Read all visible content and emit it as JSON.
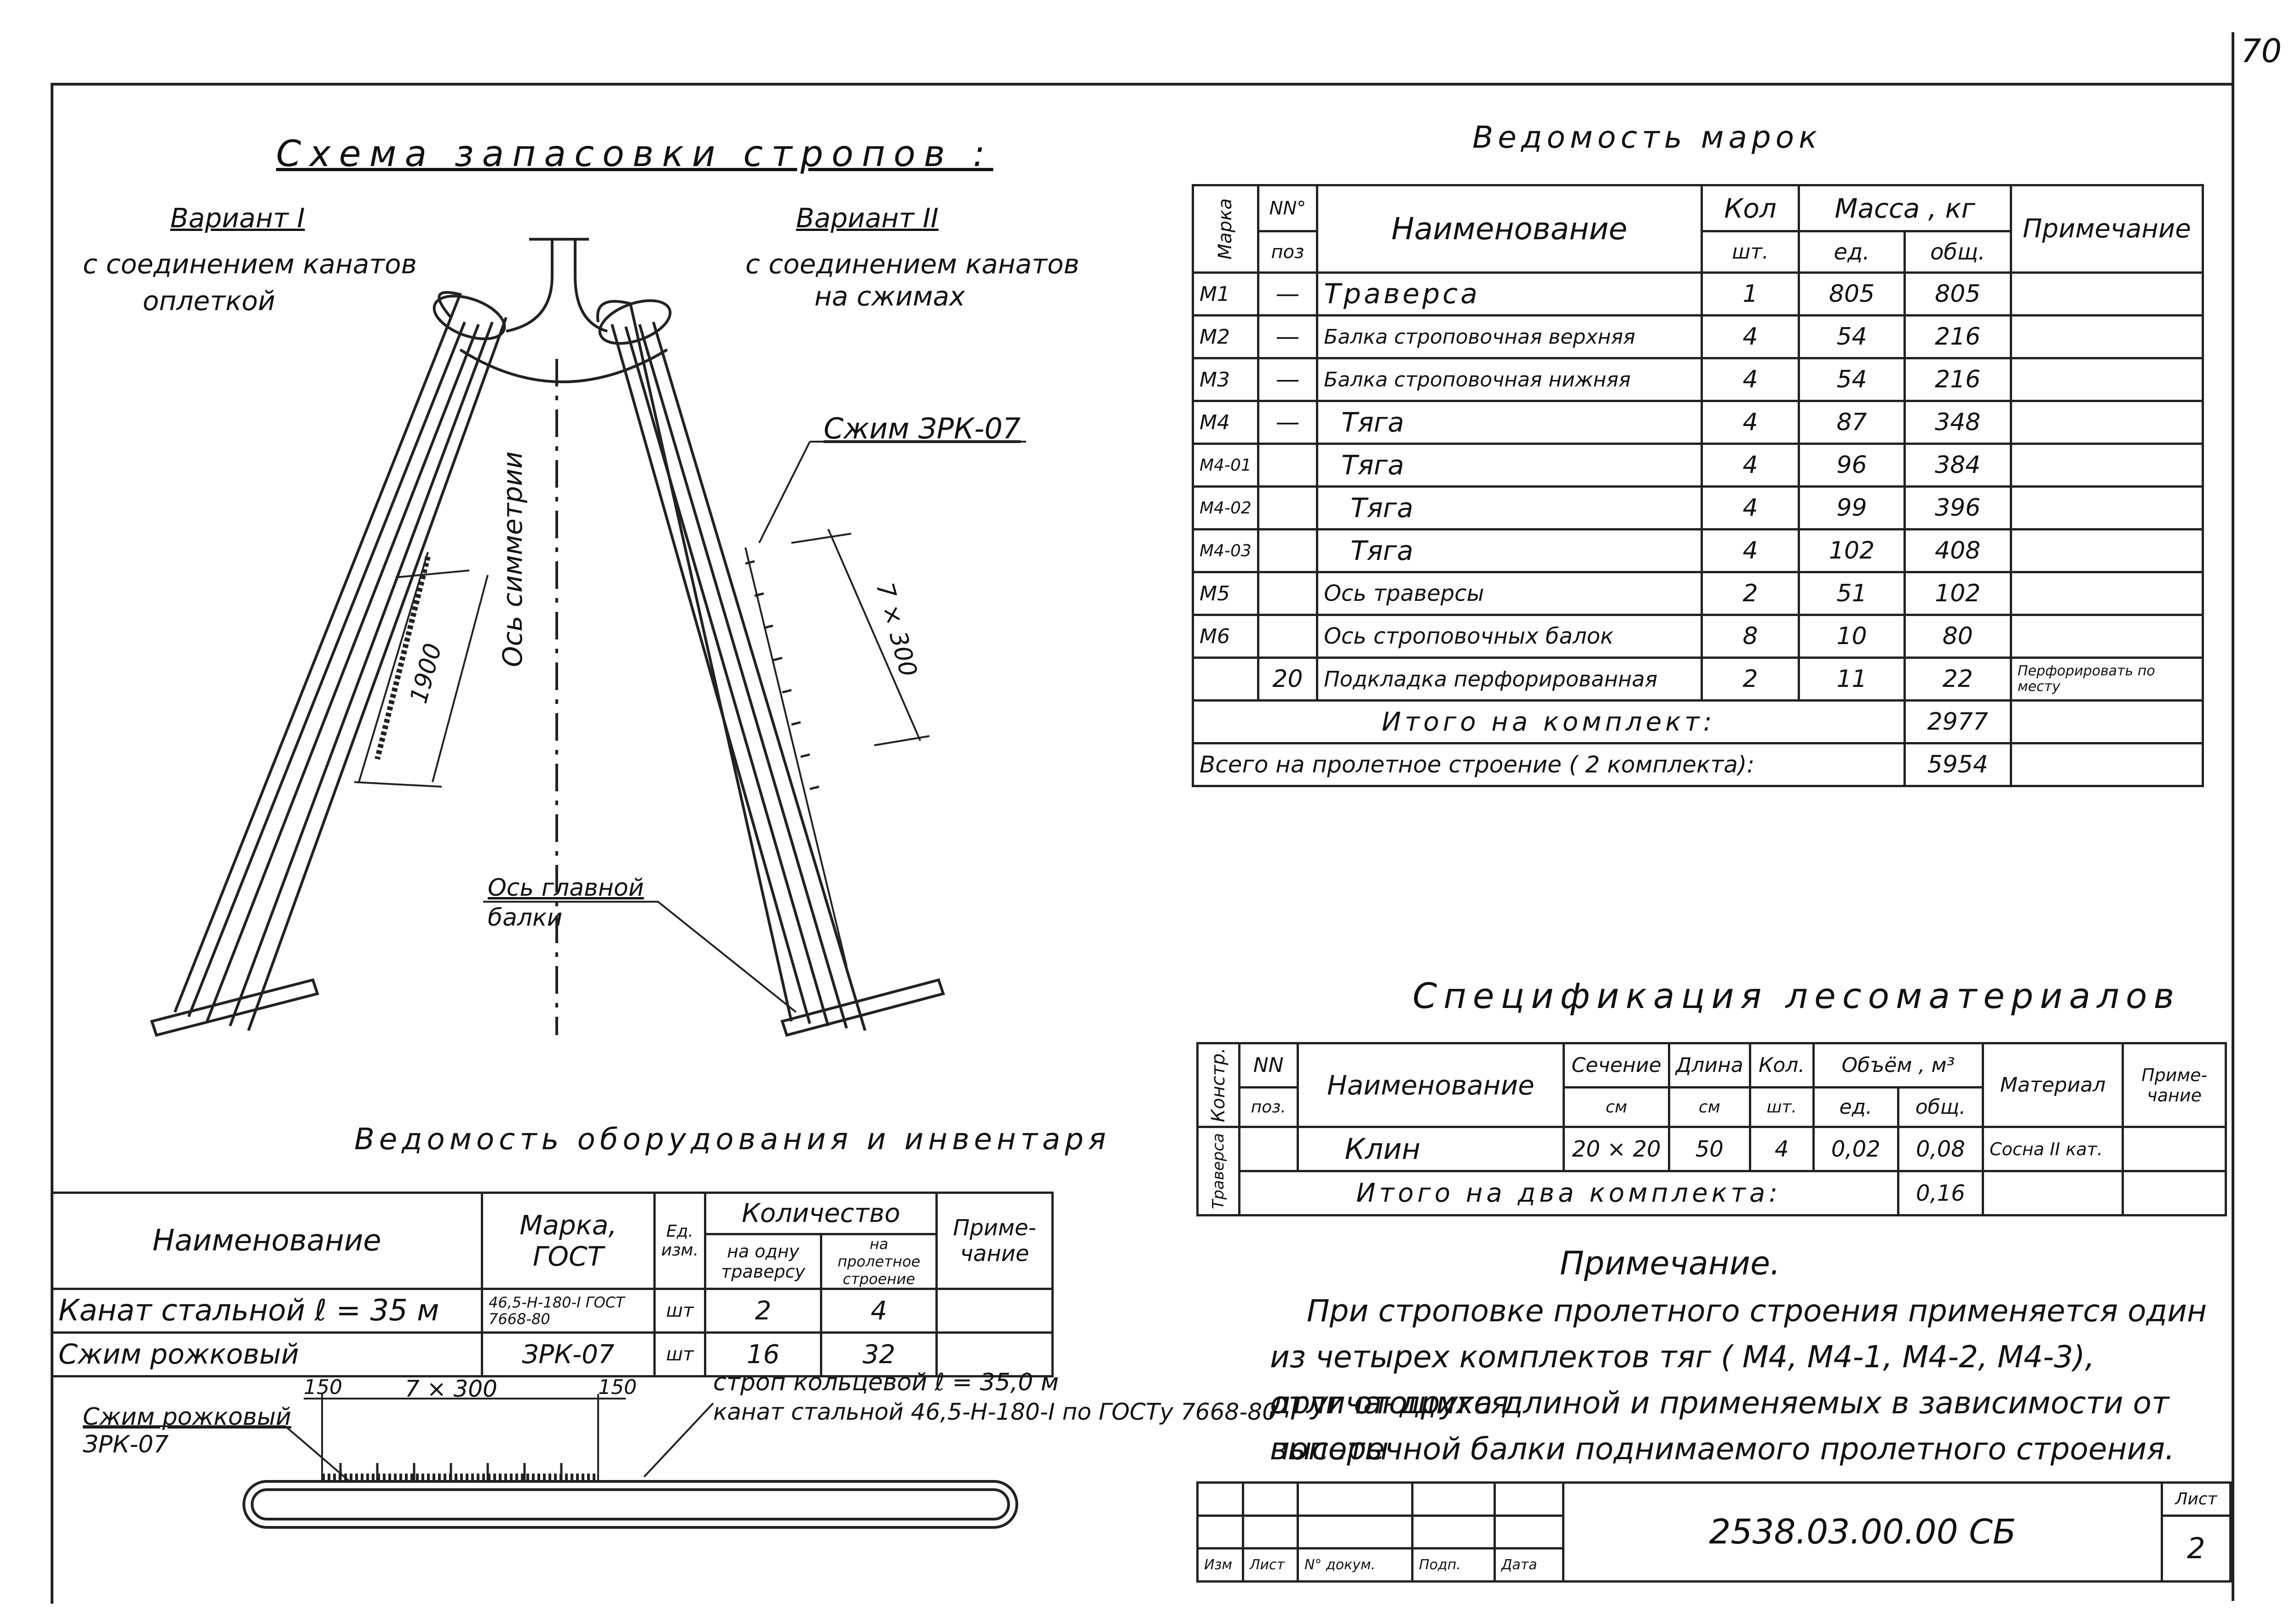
{
  "sheet_number": "70",
  "scheme": {
    "title": "Схема запасовки стропов :",
    "variant1_title": "Вариант I",
    "variant1_desc": [
      "с соединением канатов",
      "оплеткой"
    ],
    "variant2_title": "Вариант II",
    "variant2_desc": [
      "с соединением канатов",
      "на сжимах"
    ],
    "clamp_label": "Сжим ЗРК-07",
    "axis_label": "Ось симметрии",
    "dim_1900": "1900",
    "dim_7x300": "7 × 300",
    "beam_axis_label": [
      "Ось главной",
      "балки"
    ]
  },
  "marks_table": {
    "title": "Ведомость марок",
    "headers": {
      "mark": "Марка",
      "pos": "NN°",
      "pos2": "поз",
      "name": "Наименование",
      "qty": "Кол",
      "qty2": "шт.",
      "mass": "Масса , кг",
      "mass_unit": "ед.",
      "mass_total": "общ.",
      "note": "Примечание"
    },
    "rows": [
      {
        "mark": "M1",
        "pos": "—",
        "name": "Траверса",
        "qty": "1",
        "unit": "805",
        "total": "805",
        "note": ""
      },
      {
        "mark": "M2",
        "pos": "—",
        "name": "Балка строповочная верхняя",
        "qty": "4",
        "unit": "54",
        "total": "216",
        "note": ""
      },
      {
        "mark": "M3",
        "pos": "—",
        "name": "Балка строповочная нижняя",
        "qty": "4",
        "unit": "54",
        "total": "216",
        "note": ""
      },
      {
        "mark": "M4",
        "pos": "—",
        "name": "Тяга",
        "qty": "4",
        "unit": "87",
        "total": "348",
        "note": ""
      },
      {
        "mark": "M4-01",
        "pos": "",
        "name": "Тяга",
        "qty": "4",
        "unit": "96",
        "total": "384",
        "note": ""
      },
      {
        "mark": "M4-02",
        "pos": "",
        "name": "Тяга",
        "qty": "4",
        "unit": "99",
        "total": "396",
        "note": ""
      },
      {
        "mark": "M4-03",
        "pos": "",
        "name": "Тяга",
        "qty": "4",
        "unit": "102",
        "total": "408",
        "note": ""
      },
      {
        "mark": "M5",
        "pos": "",
        "name": "Ось траверсы",
        "qty": "2",
        "unit": "51",
        "total": "102",
        "note": ""
      },
      {
        "mark": "M6",
        "pos": "",
        "name": "Ось строповочных балок",
        "qty": "8",
        "unit": "10",
        "total": "80",
        "note": ""
      },
      {
        "mark": "",
        "pos": "20",
        "name": "Подкладка перфорированная",
        "qty": "2",
        "unit": "11",
        "total": "22",
        "note": "Перфорировать по месту"
      }
    ],
    "total_label": "Итого на комплект:",
    "total_value": "2977",
    "grand_label": "Всего на пролетное строение ( 2 комплекта):",
    "grand_value": "5954"
  },
  "wood_table": {
    "title": "Спецификация лесоматериалов",
    "headers": {
      "constr": "Констр.",
      "pos": "NN",
      "pos2": "поз.",
      "name": "Наименование",
      "section": "Сечение",
      "section_unit": "см",
      "length": "Длина",
      "length_unit": "см",
      "qty": "Кол.",
      "qty_unit": "шт.",
      "volume": "Объём , м³",
      "vol_unit": "ед.",
      "vol_total": "общ.",
      "material": "Материал",
      "note": "Приме-чание"
    },
    "row": {
      "constr": "Траверса",
      "name": "Клин",
      "section": "20 × 20",
      "length": "50",
      "qty": "4",
      "vol_unit": "0,02",
      "vol_total": "0,08",
      "material": "Сосна II кат."
    },
    "total_label": "Итого на два комплекта:",
    "total_value": "0,16"
  },
  "equip_table": {
    "title": "Ведомость оборудования и инвентаря",
    "headers": {
      "name": "Наименование",
      "mark": "Марка, ГОСТ",
      "unit": "Ед. изм.",
      "qty": "Количество",
      "qty_one": "на одну траверсу",
      "qty_span": "на пролетное строение",
      "note": "Приме-чание"
    },
    "rows": [
      {
        "name": "Канат стальной  ℓ = 35 м",
        "mark": "46,5-Н-180-I ГОСТ 7668-80",
        "unit": "шт",
        "one": "2",
        "span": "4",
        "note": ""
      },
      {
        "name": "Сжим рожковый",
        "mark": "ЗРК-07",
        "unit": "шт",
        "one": "16",
        "span": "32",
        "note": ""
      }
    ]
  },
  "sling": {
    "clamp_label": [
      "Сжим рожковый",
      "ЗРК-07"
    ],
    "dim_150a": "150",
    "dim_7x300": "7 × 300",
    "dim_150b": "150",
    "desc1": "строп кольцевой  ℓ = 35,0 м",
    "desc2": "канат стальной 46,5-Н-180-I по ГОСТу 7668-80"
  },
  "note": {
    "title": "Примечание.",
    "lines": [
      "При строповке пролетного строения применяется один",
      "из четырех комплектов тяг ( М4, М4-1, М4-2, М4-3), отличающихся",
      "друг от друга длиной и применяемых в зависимости от высоты",
      "поперечной балки поднимаемого пролетного строения."
    ]
  },
  "stamp": {
    "code": "2538.03.00.00 СБ",
    "sheet_label": "Лист",
    "sheet": "2",
    "cols": [
      "Изм",
      "Лист",
      "N° докум.",
      "Подп.",
      "Дата"
    ]
  }
}
